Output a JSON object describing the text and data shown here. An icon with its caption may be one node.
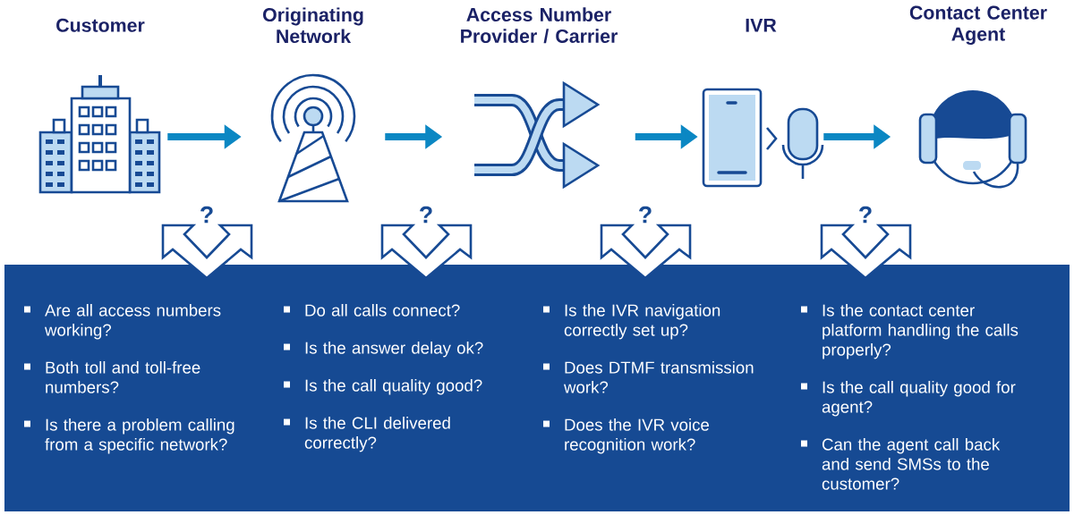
{
  "diagram": {
    "nodes": [
      {
        "text": [
          "Customer"
        ]
      },
      {
        "text": [
          "Originating Network"
        ]
      },
      {
        "text": [
          "Access Number Provider / Carrier"
        ]
      },
      {
        "text": [
          "IVR"
        ]
      },
      {
        "text": [
          "Contact Center Agent"
        ]
      },
      {
        "text": [],
        "shape": "box"
      },
      {
        "text": [
          "Are all access numbers working?",
          "Both toll and toll-free numbers?",
          "Is there a problem calling from a specific network?"
        ],
        "in": 5
      },
      {
        "text": [
          "Do all calls connect?",
          "Is the answer delay ok?",
          "Is the call quality good?",
          "Is the CLI delivered correctly?"
        ],
        "in": 5
      },
      {
        "text": [
          "Is the IVR navigation correctly set up?",
          "Does DTMF transmission work?",
          "Does the IVR voice recognition work?"
        ],
        "in": 5
      },
      {
        "text": [
          "Is the contact center platform handling the calls properly?",
          "Is the call quality good for agent?",
          "Can the agent call back and send SMSs to the customer?"
        ],
        "in": 5
      }
    ],
    "edges": [
      {
        "from": 0,
        "to": 1,
        "arrow": "to"
      },
      {
        "from": 1,
        "to": 2,
        "arrow": "to"
      },
      {
        "from": 2,
        "to": 3,
        "arrow": "to"
      },
      {
        "from": 3,
        "to": 4,
        "arrow": "to"
      }
    ],
    "labels": [
      "?",
      "?",
      "?",
      "?"
    ]
  }
}
